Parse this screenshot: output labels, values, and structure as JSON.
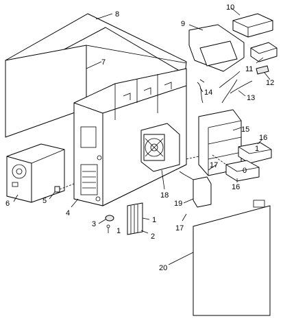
{
  "callouts": {
    "c1a": "1",
    "c1b": "1",
    "c1c": "1",
    "c2": "2",
    "c3": "3",
    "c4": "4",
    "c5": "5",
    "c6": "6",
    "c7": "7",
    "c8": "8",
    "c9": "9",
    "c10": "10",
    "c11": "11",
    "c12": "12",
    "c13": "13",
    "c14": "14",
    "c15": "15",
    "c16a": "16",
    "c16b": "16",
    "c17a": "17",
    "c17b": "17",
    "c18": "18",
    "c19": "19",
    "c20": "20",
    "c0": "0"
  },
  "colors": {
    "line": "#000000",
    "background": "#ffffff",
    "shade": "#e8e8e8"
  }
}
